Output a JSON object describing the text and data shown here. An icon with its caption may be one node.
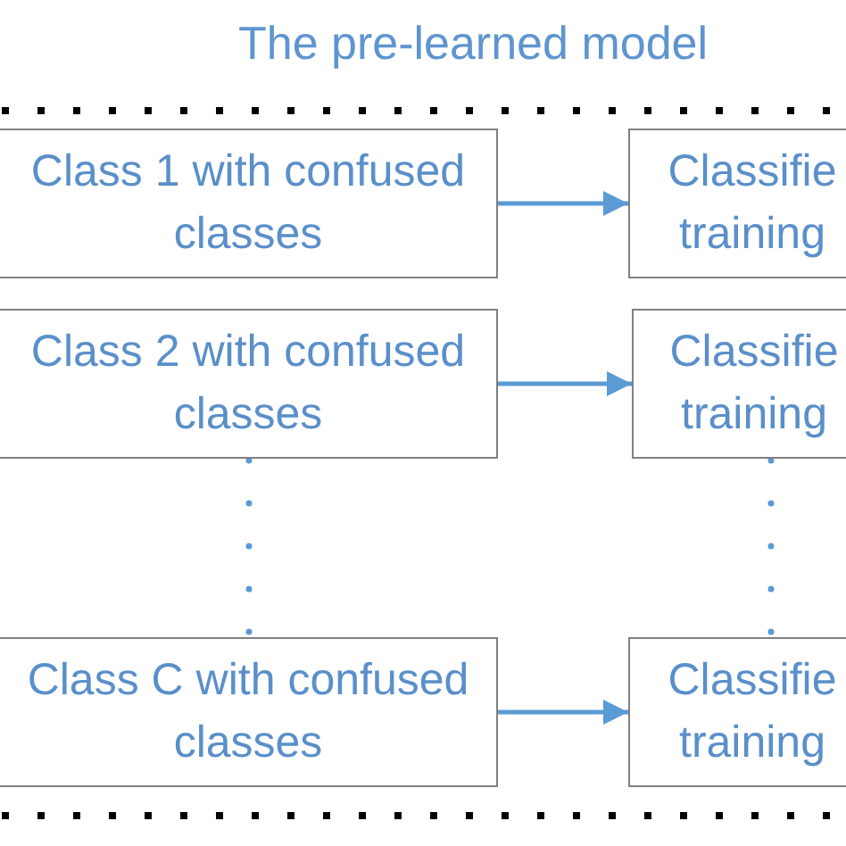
{
  "diagram": {
    "nodes": [
      {
        "text": [
          "The pre-learned model"
        ]
      },
      {
        "text": [
          "Class 1 with confused classes"
        ],
        "in": 0
      },
      {
        "text": [
          "Classifie training"
        ],
        "in": 0
      },
      {
        "text": [
          "Class 2 with confused classes"
        ],
        "in": 0
      },
      {
        "text": [
          "Classifie training"
        ],
        "in": 0
      },
      {
        "text": [
          "Class C with confused classes"
        ],
        "in": 0
      },
      {
        "text": [
          "Classifie training"
        ],
        "in": 0
      }
    ],
    "edges": [
      {
        "from": 1,
        "to": 2,
        "arrow": "to"
      },
      {
        "from": 3,
        "to": 4,
        "arrow": "to"
      },
      {
        "from": 5,
        "to": 6,
        "arrow": "to"
      },
      {
        "from": 3,
        "to": 5,
        "arrow": "none",
        "style": "dashed"
      },
      {
        "from": 4,
        "to": 6,
        "arrow": "none",
        "style": "dashed"
      }
    ]
  }
}
